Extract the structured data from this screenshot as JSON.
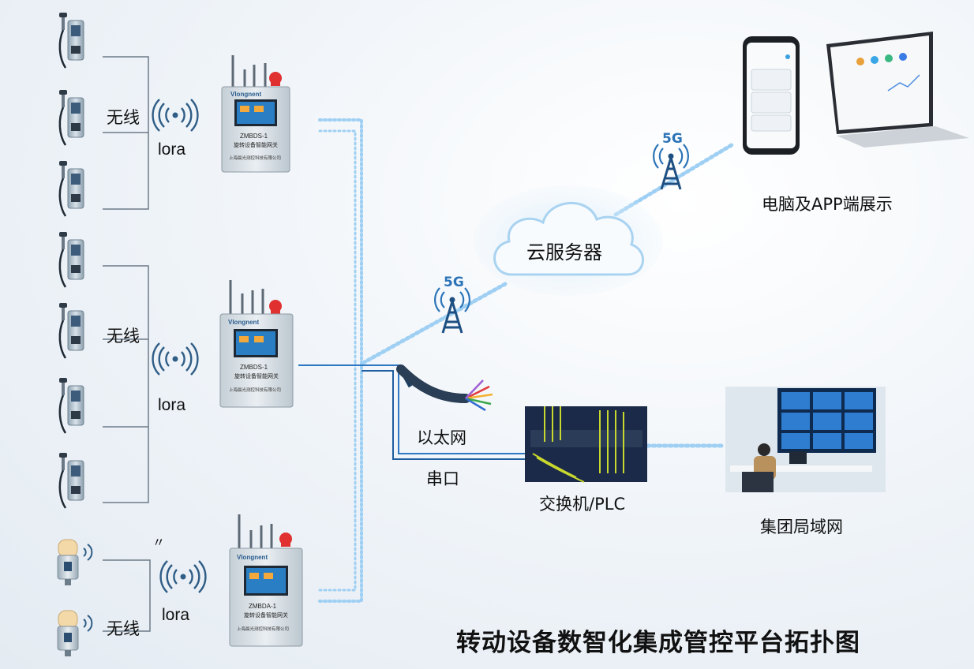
{
  "title": "转动设备数智化集成管控平台拓扑图",
  "labels": {
    "wireless": "无线",
    "lora": "lora",
    "cloud_server": "云服务器",
    "signal_5g": "5G",
    "ethernet": "以太网",
    "serial": "串口",
    "switch_plc": "交换机/PLC",
    "lan": "集团局域网",
    "display": "电脑及APP端展示",
    "stray_mark": "〃"
  },
  "gateways": [
    {
      "brand": "Vlongnent",
      "model": "ZMBDS-1",
      "subtitle": "旋转设备智能网关",
      "company": "上海晨光测控科技有限公司"
    },
    {
      "brand": "Vlongnent",
      "model": "ZMBDS-1",
      "subtitle": "旋转设备智能网关",
      "company": "上海晨光测控科技有限公司"
    },
    {
      "brand": "Vlongnent",
      "model": "ZMBDA-1",
      "subtitle": "旋转设备智能网关",
      "company": "上海晨光测控科技有限公司"
    }
  ],
  "colors": {
    "line": "#6d7b88",
    "glow": "#8fc8f0",
    "device": "#b9c6cf",
    "screen": "#2a7fc4",
    "text": "#111111"
  }
}
